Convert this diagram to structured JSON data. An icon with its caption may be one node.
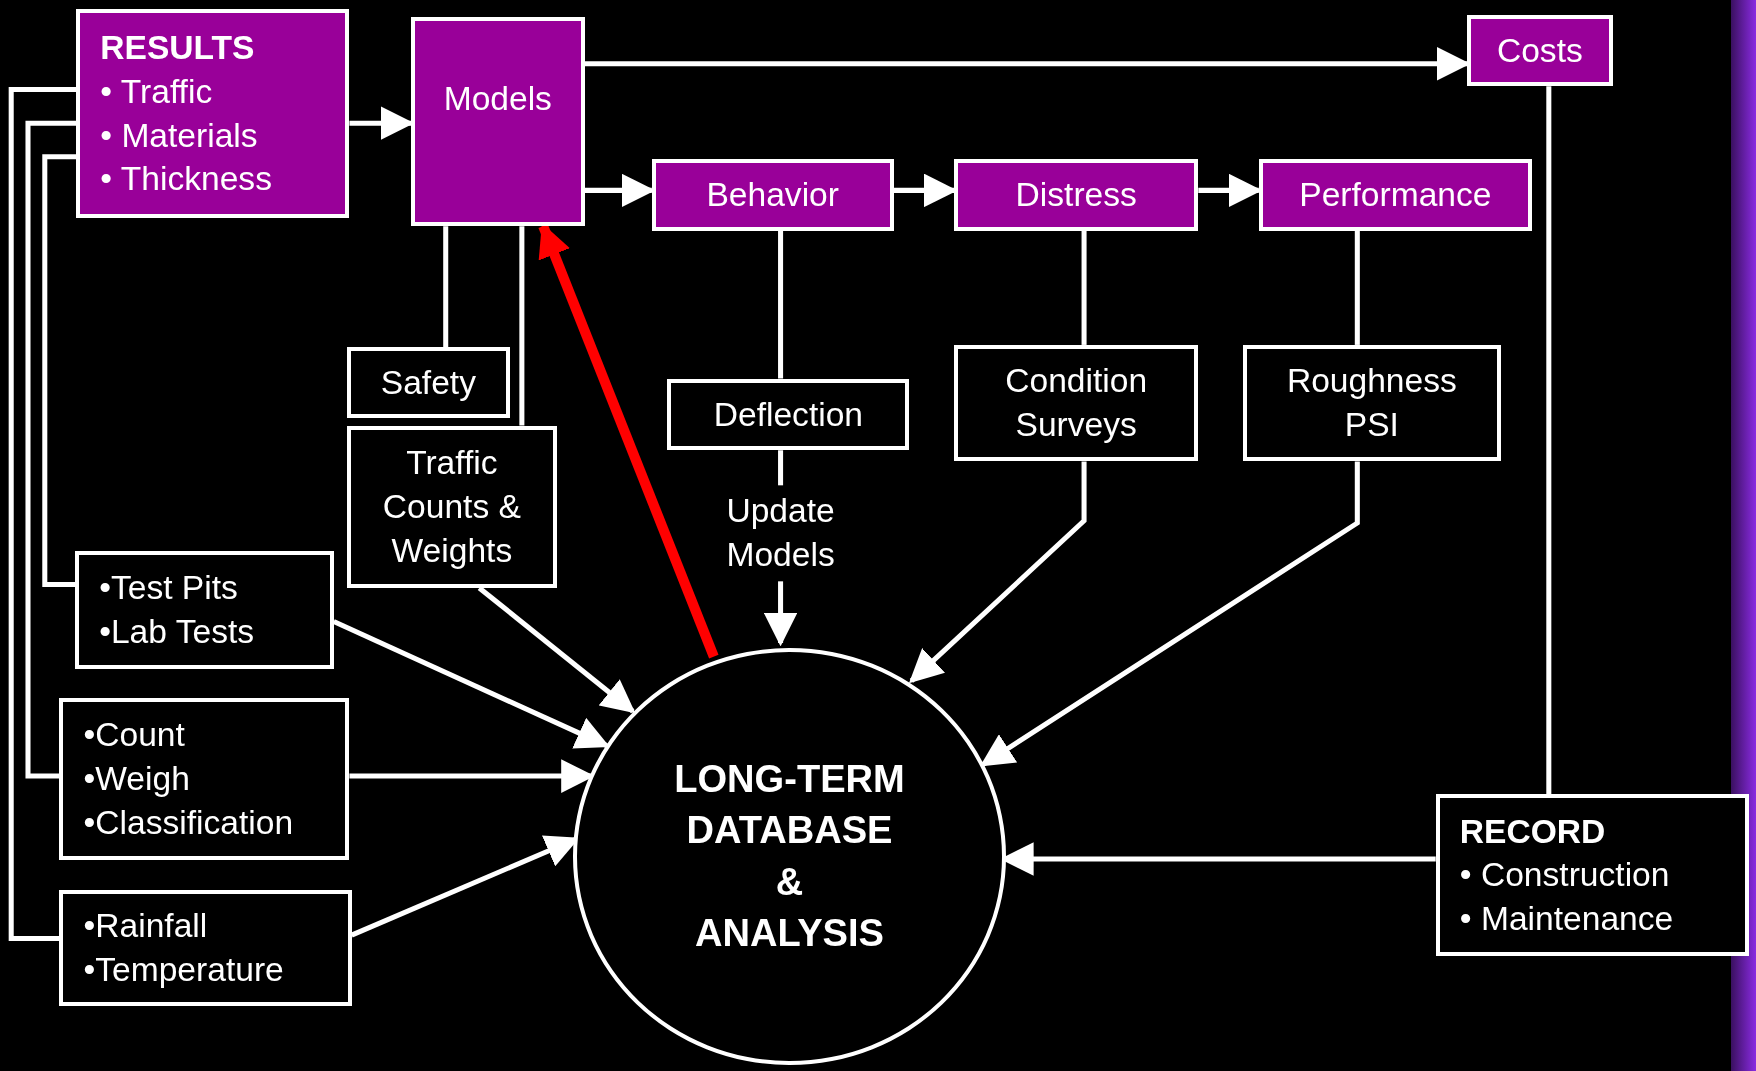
{
  "diagram": {
    "nodes": [
      {
        "text": [
          "RESULTS",
          "• Traffic",
          "• Materials",
          "• Thickness"
        ]
      },
      {
        "text": [
          "Models"
        ]
      },
      {
        "text": [
          "Costs"
        ]
      },
      {
        "text": [
          "Behavior"
        ]
      },
      {
        "text": [
          "Distress"
        ]
      },
      {
        "text": [
          "Performance"
        ]
      },
      {
        "text": [
          "Safety"
        ]
      },
      {
        "text": [
          "Traffic Counts & Weights"
        ]
      },
      {
        "text": [
          "Deflection"
        ]
      },
      {
        "text": [
          "Condition Surveys"
        ]
      },
      {
        "text": [
          "Roughness PSI"
        ]
      },
      {
        "text": [
          "•Test Pits",
          "•Lab Tests"
        ]
      },
      {
        "text": [
          "•Count",
          "•Weigh",
          "•Classification"
        ]
      },
      {
        "text": [
          "•Rainfall",
          "•Temperature"
        ]
      },
      {
        "text": [
          "LONG-TERM DATABASE & ANALYSIS"
        ]
      },
      {
        "text": [
          "RECORD",
          "• Construction",
          "• Maintenance"
        ]
      }
    ],
    "edges": [
      {
        "from": 0,
        "to": 1,
        "arrow": "to"
      },
      {
        "from": 1,
        "to": 2,
        "arrow": "to"
      },
      {
        "from": 1,
        "to": 3,
        "arrow": "to"
      },
      {
        "from": 3,
        "to": 4,
        "arrow": "to"
      },
      {
        "from": 4,
        "to": 5,
        "arrow": "to"
      },
      {
        "from": 1,
        "to": 6,
        "arrow": "none"
      },
      {
        "from": 1,
        "to": 7,
        "arrow": "none"
      },
      {
        "from": 3,
        "to": 8,
        "arrow": "none"
      },
      {
        "from": 4,
        "to": 9,
        "arrow": "none"
      },
      {
        "from": 5,
        "to": 10,
        "arrow": "none"
      },
      {
        "from": 2,
        "to": 15,
        "arrow": "none"
      },
      {
        "from": 8,
        "to": 14,
        "arrow": "to",
        "label": "Update Models"
      },
      {
        "from": 9,
        "to": 14,
        "arrow": "to"
      },
      {
        "from": 10,
        "to": 14,
        "arrow": "to"
      },
      {
        "from": 7,
        "to": 14,
        "arrow": "to"
      },
      {
        "from": 11,
        "to": 14,
        "arrow": "to"
      },
      {
        "from": 12,
        "to": 14,
        "arrow": "to"
      },
      {
        "from": 13,
        "to": 14,
        "arrow": "to"
      },
      {
        "from": 15,
        "to": 14,
        "arrow": "to"
      },
      {
        "from": 14,
        "to": 1,
        "arrow": "to",
        "style": "thick",
        "color": "#ff0000"
      },
      {
        "from": 11,
        "to": 0,
        "arrow": "none"
      },
      {
        "from": 12,
        "to": 0,
        "arrow": "none"
      },
      {
        "from": 13,
        "to": 0,
        "arrow": "none"
      }
    ]
  }
}
